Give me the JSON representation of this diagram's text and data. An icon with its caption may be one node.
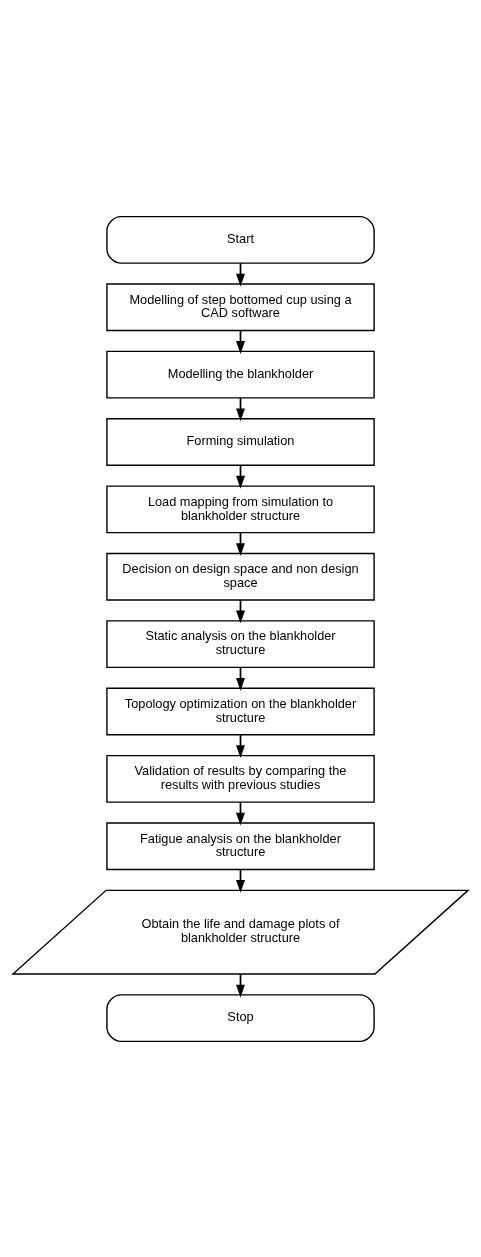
{
  "diagram": {
    "nodes": [
      {
        "text": [
          "Start"
        ]
      },
      {
        "text": [
          "Modelling of step bottomed cup using a CAD software"
        ]
      },
      {
        "text": [
          "Modelling the blankholder"
        ]
      },
      {
        "text": [
          "Forming simulation"
        ]
      },
      {
        "text": [
          "Load mapping from simulation to blankholder structure"
        ]
      },
      {
        "text": [
          "Decision on design space and non design space"
        ]
      },
      {
        "text": [
          "Static analysis on the blankholder structure"
        ]
      },
      {
        "text": [
          "Topology optimization on the blankholder structure"
        ]
      },
      {
        "text": [
          "Validation of results by comparing the results with previous studies"
        ]
      },
      {
        "text": [
          "Fatigue analysis on the blankholder structure"
        ]
      },
      {
        "text": [
          "Obtain the life and damage plots of blankholder structure"
        ]
      },
      {
        "text": [
          "Stop"
        ]
      }
    ],
    "edges": [
      {
        "from": 0,
        "to": 1,
        "arrow": "to"
      },
      {
        "from": 1,
        "to": 2,
        "arrow": "to"
      },
      {
        "from": 2,
        "to": 3,
        "arrow": "to"
      },
      {
        "from": 3,
        "to": 4,
        "arrow": "to"
      },
      {
        "from": 4,
        "to": 5,
        "arrow": "to"
      },
      {
        "from": 5,
        "to": 6,
        "arrow": "to"
      },
      {
        "from": 6,
        "to": 7,
        "arrow": "to"
      },
      {
        "from": 7,
        "to": 8,
        "arrow": "to"
      },
      {
        "from": 8,
        "to": 9,
        "arrow": "to"
      },
      {
        "from": 9,
        "to": 10,
        "arrow": "to"
      },
      {
        "from": 10,
        "to": 11,
        "arrow": "to"
      }
    ]
  }
}
